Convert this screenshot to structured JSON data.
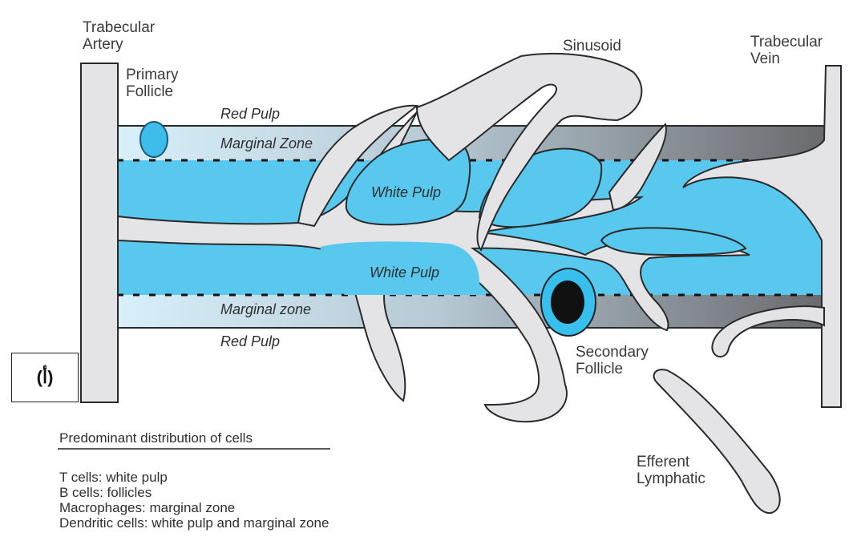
{
  "labels": {
    "trabecular_artery": [
      "Trabecular",
      "Artery"
    ],
    "primary_follicle": [
      "Primary",
      "Follicle"
    ],
    "sinusoid": "Sinusoid",
    "trabecular_vein": [
      "Trabecular",
      "Vein"
    ],
    "red_pulp_top": "Red Pulp",
    "marginal_zone_top": "Marginal Zone",
    "white_pulp_top": "White Pulp",
    "white_pulp_bottom": "White Pulp",
    "marginal_zone_bottom": "Marginal zone",
    "red_pulp_bottom": "Red Pulp",
    "secondary_follicle": [
      "Secondary",
      "Follicle"
    ],
    "efferent_lymphatic": [
      "Efferent",
      "Lymphatic"
    ]
  },
  "panel_label": "(أ)",
  "legend": {
    "heading": "Predominant distribution of cells",
    "items": [
      "T cells:  white pulp",
      "B cells:  follicles",
      "Macrophages: marginal zone",
      "Dendritic cells: white pulp and marginal zone"
    ]
  },
  "colors": {
    "white_pulp": "#58c8ef",
    "marginal_zone_left": "#d6eef8",
    "marginal_zone_right": "#6f6f73",
    "vessel_fill": "#e4e4e6",
    "vessel_stroke": "#2a2a2a",
    "follicle_center": "#111111"
  }
}
